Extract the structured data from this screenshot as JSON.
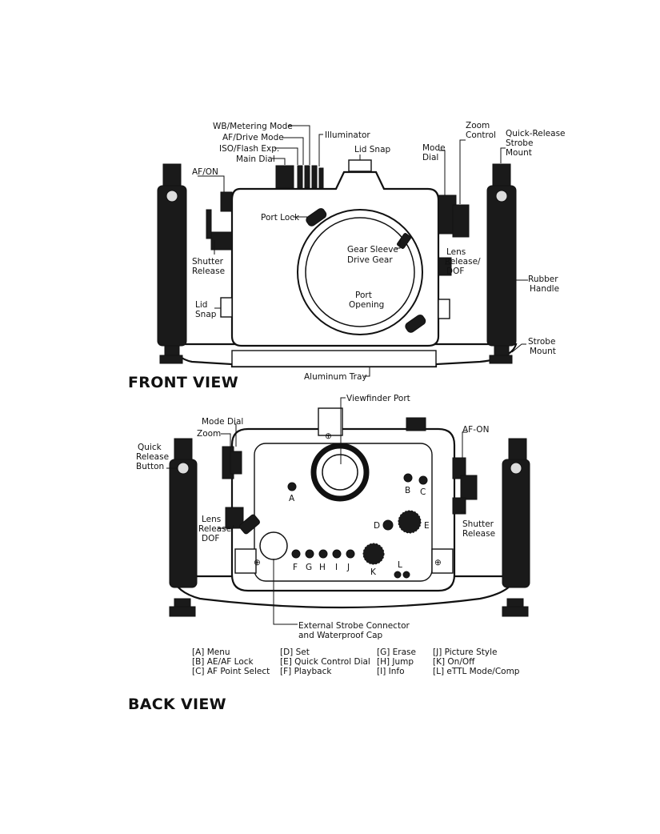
{
  "headings": {
    "front": "FRONT VIEW",
    "back": "BACK VIEW"
  },
  "front_labels": {
    "wb_metering": "WB/Metering Mode",
    "af_drive": "AF/Drive Mode",
    "iso_flash": "ISO/Flash Exp.",
    "main_dial": "Main Dial",
    "illuminator": "Illuminator",
    "lid_snap_top": "Lid Snap",
    "zoom_control_1": "Zoom",
    "zoom_control_2": "Control",
    "quick_release_1": "Quick-Release",
    "quick_release_2": "Strobe",
    "quick_release_3": "Mount",
    "mode_dial_1": "Mode",
    "mode_dial_2": "Dial",
    "af_on": "AF/ON",
    "port_lock": "Port Lock",
    "gear_sleeve_1": "Gear Sleeve",
    "gear_sleeve_2": "Drive Gear",
    "lens_release_1": "Lens",
    "lens_release_2": "Release/",
    "lens_release_3": "DOF",
    "shutter_1": "Shutter",
    "shutter_2": "Release",
    "rubber_handle_1": "Rubber",
    "rubber_handle_2": "Handle",
    "port_opening_1": "Port",
    "port_opening_2": "Opening",
    "lid_snap_1": "Lid",
    "lid_snap_2": "Snap",
    "strobe_mount_1": "Strobe",
    "strobe_mount_2": "Mount",
    "aluminum_tray": "Aluminum Tray"
  },
  "back_labels": {
    "viewfinder_port": "Viewfinder Port",
    "mode_dial": "Mode Dial",
    "zoom": "Zoom",
    "af_on": "AF-ON",
    "quick_release_1": "Quick",
    "quick_release_2": "Release",
    "quick_release_3": "Button",
    "lens_release_1": "Lens",
    "lens_release_2": "Release/",
    "lens_release_3": "DOF",
    "shutter_1": "Shutter",
    "shutter_2": "Release",
    "external_strobe_1": "External Strobe Connector",
    "external_strobe_2": "and Waterproof Cap"
  },
  "button_letters": {
    "a": "A",
    "b": "B",
    "c": "C",
    "d": "D",
    "e": "E",
    "f": "F",
    "g": "G",
    "h": "H",
    "i": "I",
    "j": "J",
    "k": "K",
    "l": "L"
  },
  "legend": {
    "col1": [
      "[A] Menu",
      "[B] AE/AF Lock",
      "[C] AF Point Select"
    ],
    "col2": [
      "[D] Set",
      "[E] Quick Control Dial",
      "[F] Playback"
    ],
    "col3": [
      "[G] Erase",
      "[H] Jump",
      "[I] Info"
    ],
    "col4": [
      "[J] Picture Style",
      "[K] On/Off",
      "[L] eTTL Mode/Comp"
    ]
  }
}
